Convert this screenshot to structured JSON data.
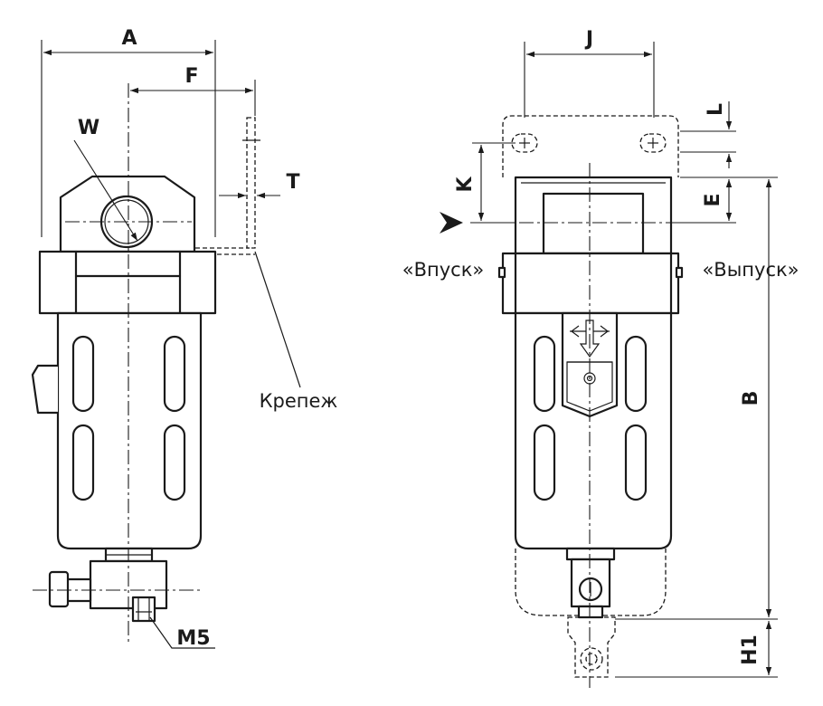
{
  "labels": {
    "A": "A",
    "F": "F",
    "W": "W",
    "T": "T",
    "J": "J",
    "L": "L",
    "K": "K",
    "E": "E",
    "B": "B",
    "H1": "H1",
    "M5": "M5"
  },
  "captions": {
    "mount": "Крепеж",
    "inlet": "«Впуск»",
    "outlet": "«Выпуск»"
  }
}
